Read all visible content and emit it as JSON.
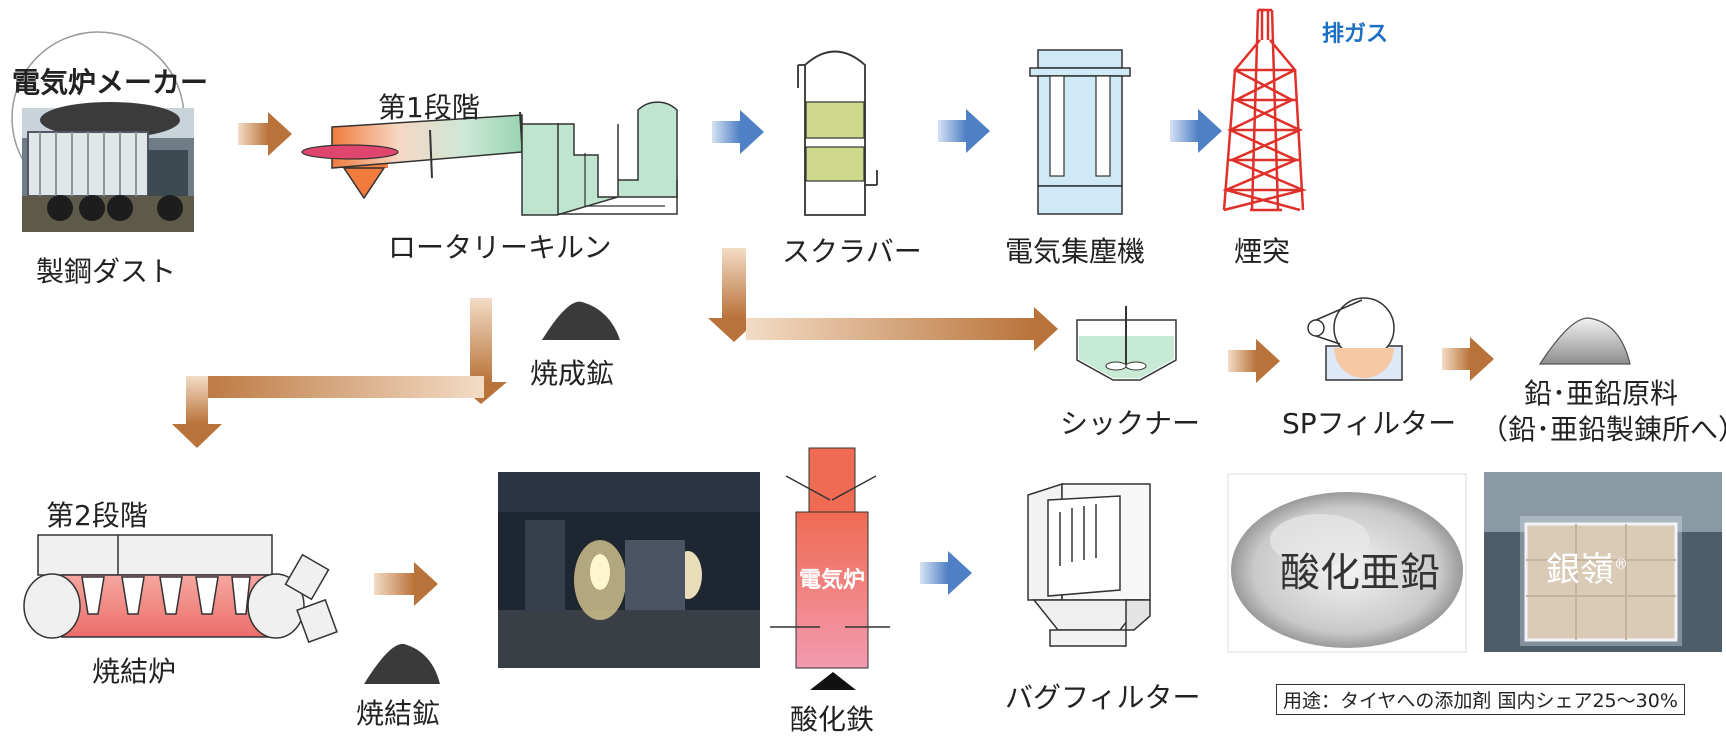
{
  "inputs": {
    "maker_title": "電気炉メーカー",
    "dust_label": "製鋼ダスト"
  },
  "stage1": {
    "title": "第1段階",
    "kiln_label": "ロータリーキルン"
  },
  "gas_line": {
    "scrubber_label": "スクラバー",
    "precipitator_label": "電気集塵機",
    "chimney_label": "煙突",
    "exhaust_label": "排ガス"
  },
  "calcine_label": "焼成鉱",
  "slurry_line": {
    "thickener_label": "シックナー",
    "sp_filter_label": "SPフィルター",
    "product_line1": "鉛･亜鉛原料",
    "product_line2": "（鉛･亜鉛製錬所へ）"
  },
  "stage2": {
    "title": "第2段階",
    "sinter_furnace_label": "焼結炉",
    "sinter_ore_label": "焼結鉱"
  },
  "eaf": {
    "furnace_text": "電気炉",
    "iron_oxide_label": "酸化鉄"
  },
  "bag_filter_label": "バグフィルター",
  "products": {
    "zinc_oxide": "酸化亜鉛",
    "ginrei": "銀嶺",
    "registered_mark": "®",
    "usage_note": "用途：タイヤへの添加剤 国内シェア25～30%"
  },
  "colors": {
    "brown_arrow": "#b8773f",
    "blue_arrow": "#5b86c6",
    "kiln_green": "#a7dbbb",
    "kiln_orange": "#ea6a3a",
    "furnace_pink": "#ef7a83",
    "chimney_red": "#e0302a",
    "precip_blue": "#cfe9f7",
    "scrubber_green": "#c8d98a"
  }
}
